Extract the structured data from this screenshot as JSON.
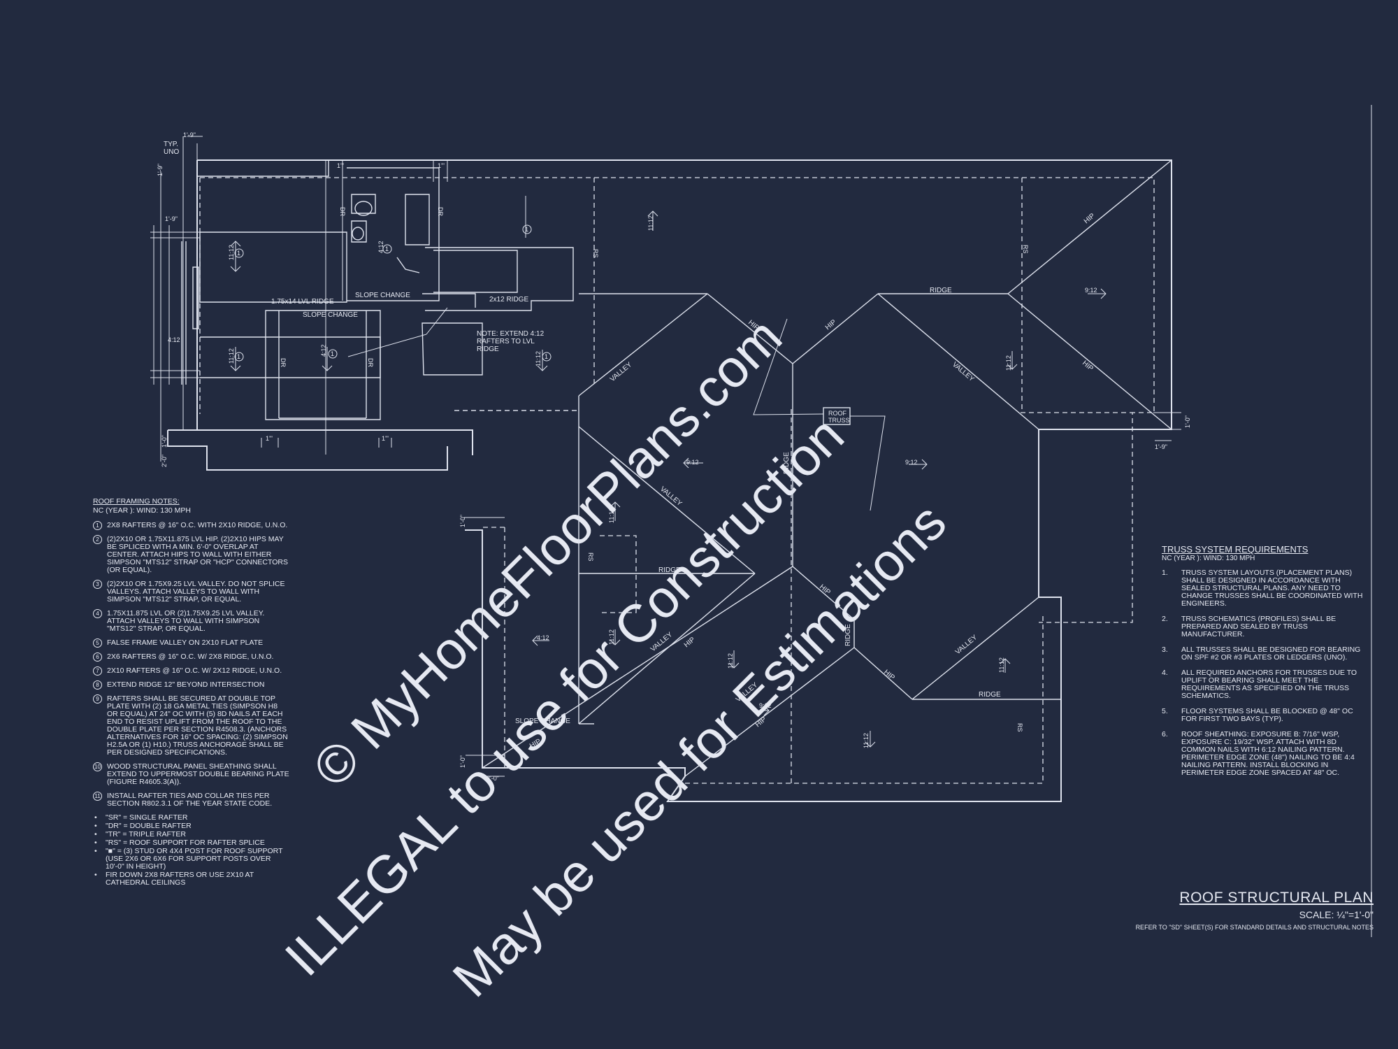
{
  "plan": {
    "title": "ROOF STRUCTURAL PLAN",
    "scale": "SCALE: ¼\"=1'-0\"",
    "reference": "REFER TO \"SD\" SHEET(S) FOR STANDARD DETAILS AND STRUCTURAL NOTES"
  },
  "watermark": {
    "line1": "© MyHomeFloorPlans.com",
    "line2": "ILLEGAL to use for Construction",
    "line3": "May be used for Estimations"
  },
  "roof_labels": {
    "ridge": "RIDGE",
    "hip": "HIP",
    "valley": "VALLEY",
    "rs": "RS",
    "dr": "DR",
    "roof_truss": "ROOF\nTRUSS",
    "slope_change": "SLOPE CHANGE",
    "lvl_ridge": "1.75x14 LVL RIDGE",
    "ridge_2x12": "2x12 RIDGE",
    "extend_note": "NOTE: EXTEND 4:12\nRAFTERS TO LVL\nRIDGE",
    "typ": "TYP.\nUNO",
    "pitch_9_12": "9:12",
    "pitch_4_12": "4:12",
    "pitch_11_12": "11:12",
    "dim_1_9": "1'-9\"",
    "dim_1_0": "1'-0\"",
    "dim_2_0": "2'-0\"",
    "dim_1": "1'\"",
    "one": "1"
  },
  "framing_notes": {
    "heading": "ROOF FRAMING NOTES:",
    "subheading": "NC (YEAR ): Wind: 130 mph",
    "items": [
      {
        "num": "1",
        "text": "2x8 RAFTERS @ 16\" O.C. WITH 2x10 RIDGE, U.N.O."
      },
      {
        "num": "2",
        "text": "(2)2x10 OR 1.75x11.875 LVL HIP. (2)2x10 HIPS MAY BE SPLICED WITH A MIN. 6'-0\" OVERLAP AT CENTER. ATTACH HIPS TO WALL WITH EITHER SIMPSON \"MTS12\" STRAP OR \"HCP\" CONNECTORS (OR EQUAL)."
      },
      {
        "num": "3",
        "text": "(2)2x10 OR 1.75x9.25 LVL VALLEY. DO NOT SPLICE VALLEYS. ATTACH VALLEYS TO WALL WITH SIMPSON \"MTS12\" STRAP, OR EQUAL."
      },
      {
        "num": "4",
        "text": "1.75x11.875 LVL OR (2)1.75x9.25 LVL VALLEY. ATTACH VALLEYS TO WALL WITH SIMPSON \"MTS12\" STRAP, OR EQUAL."
      },
      {
        "num": "5",
        "text": "FALSE FRAME VALLEY ON 2x10 FLAT PLATE"
      },
      {
        "num": "6",
        "text": "2x6 RAFTERS @ 16\" O.C. W/ 2x8 RIDGE, U.N.O."
      },
      {
        "num": "7",
        "text": "2x10 RAFTERS @ 16\" O.C. W/ 2x12 RIDGE, U.N.O."
      },
      {
        "num": "8",
        "text": "EXTEND RIDGE 12\" BEYOND INTERSECTION"
      },
      {
        "num": "9",
        "text": "RAFTERS SHALL BE SECURED AT DOUBLE TOP PLATE WITH (2) 18 GA METAL TIES (SIMPSON H8 OR EQUAL) AT 24\" OC WITH (5) 8d NAILS AT EACH END TO RESIST UPLIFT FROM THE ROOF TO THE DOUBLE PLATE PER SECTION R4508.3. (ANCHORS ALTERNATIVES FOR 16\" OC SPACING: (2) SIMPSON H2.5A OR (1) H10.) TRUSS ANCHORAGE SHALL BE PER DESIGNED SPECIFICATIONS."
      },
      {
        "num": "10",
        "text": "WOOD STRUCTURAL PANEL SHEATHING SHALL EXTEND TO UPPERMOST DOUBLE BEARING PLATE (FIGURE R4605.3(A))."
      },
      {
        "num": "11",
        "text": "INSTALL RAFTER TIES AND COLLAR TIES PER SECTION R802.3.1 OF THE YEAR STATE CODE."
      }
    ],
    "legend": [
      "\"SR\" = SINGLE RAFTER",
      "\"DR\" = DOUBLE RAFTER",
      "\"TR\" = TRIPLE RAFTER",
      "\"RS\" = ROOF SUPPORT FOR RAFTER SPLICE",
      "\"■\" = (3) STUD OR 4x4 POST FOR ROOF SUPPORT (USE 2x6 OR 6x6 FOR SUPPORT POSTS OVER 10'-0\" IN HEIGHT)",
      "FIR DOWN 2x8 RAFTERS OR USE 2x10 AT CATHEDRAL CEILINGS"
    ]
  },
  "truss_requirements": {
    "heading": "TRUSS SYSTEM REQUIREMENTS",
    "subheading": "NC (YEAR ): Wind: 130 mph",
    "items": [
      {
        "num": "1.",
        "text": "TRUSS SYSTEM LAYOUTS (PLACEMENT PLANS) SHALL BE DESIGNED IN ACCORDANCE WITH SEALED STRUCTURAL PLANS. ANY NEED TO CHANGE TRUSSES SHALL BE COORDINATED WITH ENGINEERS."
      },
      {
        "num": "2.",
        "text": "TRUSS SCHEMATICS (PROFILES) SHALL BE PREPARED AND SEALED BY TRUSS MANUFACTURER."
      },
      {
        "num": "3.",
        "text": "ALL TRUSSES SHALL BE DESIGNED FOR BEARING ON SPF #2 OR #3 PLATES OR LEDGERS (UNO)."
      },
      {
        "num": "4.",
        "text": "ALL REQUIRED ANCHORS FOR TRUSSES DUE TO UPLIFT OR BEARING SHALL MEET THE REQUIREMENTS AS SPECIFIED ON THE TRUSS SCHEMATICS."
      },
      {
        "num": "5.",
        "text": "FLOOR SYSTEMS SHALL BE BLOCKED @ 48\" OC FOR FIRST TWO BAYS (TYP)."
      },
      {
        "num": "6.",
        "text": "ROOF SHEATHING: EXPOSURE B: 7/16\" WSP, EXPOSURE C: 19/32\" WSP. ATTACH WITH 8d COMMON NAILS WITH 6:12 NAILING PATTERN. PERIMETER EDGE ZONE (48\") NAILING TO BE 4:4 NAILING PATTERN. INSTALL BLOCKING IN PERIMETER EDGE ZONE SPACED AT 48\" OC."
      }
    ]
  }
}
